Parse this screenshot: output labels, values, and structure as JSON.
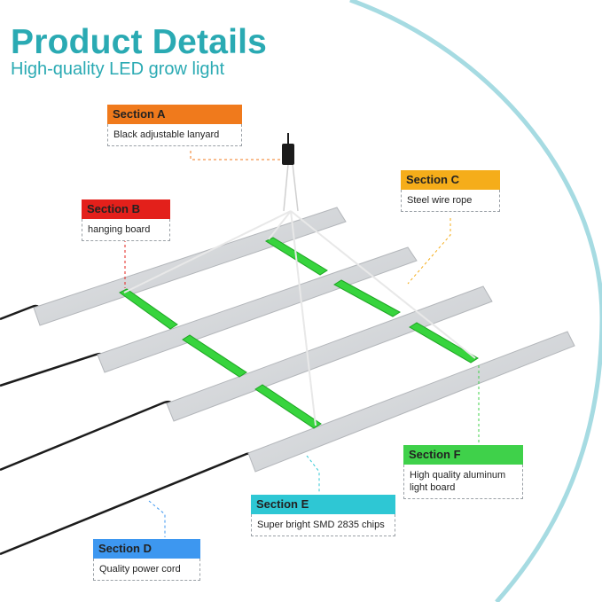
{
  "header": {
    "title": "Product Details",
    "subtitle": "High-quality LED grow light"
  },
  "sections": {
    "a": {
      "title": "Section A",
      "description": "Black adjustable lanyard",
      "color": "#f07a1c"
    },
    "b": {
      "title": "Section B",
      "description": "hanging board",
      "color": "#e3201b"
    },
    "c": {
      "title": "Section C",
      "description": "Steel wire rope",
      "color": "#f5ad1a"
    },
    "d": {
      "title": "Section D",
      "description": "Quality power cord",
      "color": "#3d97f0"
    },
    "e": {
      "title": "Section E",
      "description": "Super bright SMD 2835 chips",
      "color": "#2ec7d4"
    },
    "f": {
      "title": "Section F",
      "description": "High quality aluminum light board",
      "color": "#3fd14a"
    }
  },
  "colors": {
    "accent": "#2aaab3",
    "arc": "#a6dbe2",
    "board": "#c9ccd0",
    "bracket": "#37d43d",
    "cord": "#1c1c1c"
  },
  "icons": [
    "lanyard-clip-icon"
  ]
}
